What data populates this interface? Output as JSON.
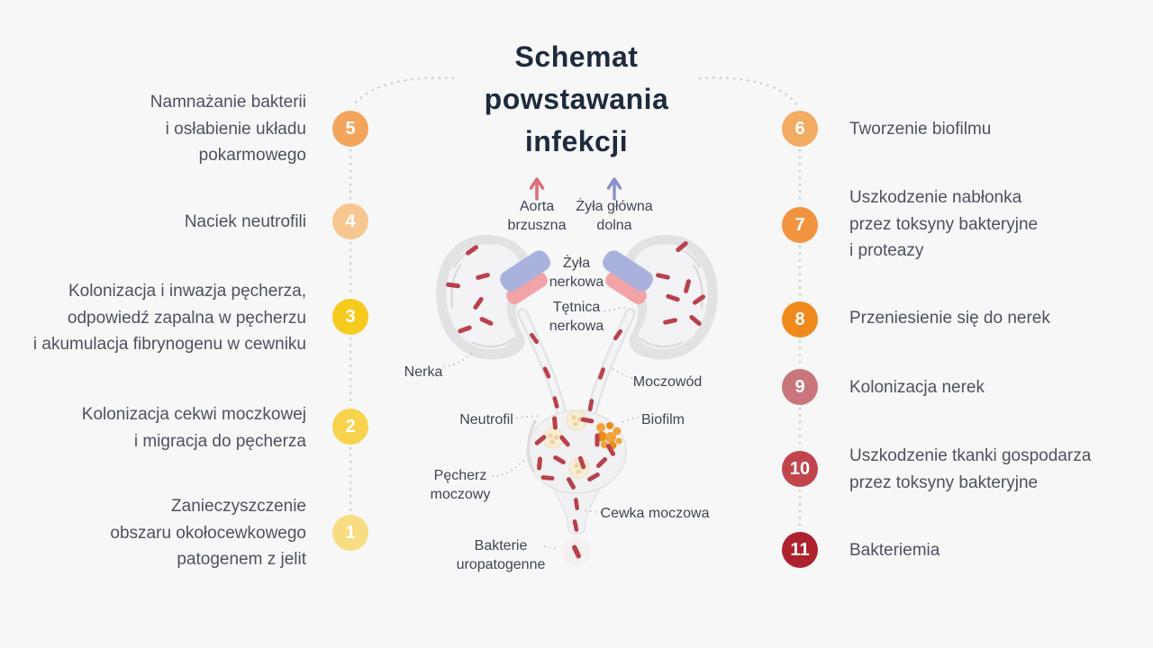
{
  "title": {
    "lines": [
      "Schemat",
      "powstawania",
      "infekcji"
    ]
  },
  "left_steps": [
    {
      "number": "5",
      "color": "#F3A55C",
      "lines": [
        "Namnażanie bakterii",
        "i osłabienie układu",
        "pokarmowego"
      ]
    },
    {
      "number": "4",
      "color": "#F7C791",
      "lines": [
        "Naciek neutrofili"
      ]
    },
    {
      "number": "3",
      "color": "#F5CB1E",
      "lines": [
        "Kolonizacja i inwazja pęcherza,",
        "odpowiedź zapalna w pęcherzu",
        "i akumulacja fibrynogenu w cewniku"
      ]
    },
    {
      "number": "2",
      "color": "#F7D24D",
      "lines": [
        "Kolonizacja cekwi moczkowej",
        "i migracja do pęcherza"
      ]
    },
    {
      "number": "1",
      "color": "#F8DC81",
      "lines": [
        "Zanieczyszczenie",
        "obszaru okołocewkowego",
        "patogenem z jelit"
      ]
    }
  ],
  "right_steps": [
    {
      "number": "6",
      "color": "#F3AC63",
      "lines": [
        "Tworzenie biofilmu"
      ]
    },
    {
      "number": "7",
      "color": "#F29340",
      "lines": [
        "Uszkodzenie nabłonka",
        "przez toksyny bakteryjne",
        "i proteazy"
      ]
    },
    {
      "number": "8",
      "color": "#F08A1D",
      "lines": [
        "Przeniesienie się do nerek"
      ]
    },
    {
      "number": "9",
      "color": "#C9767B",
      "lines": [
        "Kolonizacja nerek"
      ]
    },
    {
      "number": "10",
      "color": "#C2454E",
      "lines": [
        "Uszkodzenie tkanki gospodarza",
        "przez toksyny bakteryjne"
      ]
    },
    {
      "number": "11",
      "color": "#AE212E",
      "lines": [
        "Bakteriemia"
      ]
    }
  ],
  "diagram": {
    "labels": {
      "aorta": [
        "Aorta",
        "brzuszna"
      ],
      "vena_cava": [
        "Żyła główna",
        "dolna"
      ],
      "renal_vein": [
        "Żyła",
        "nerkowa"
      ],
      "renal_artery": [
        "Tętnica",
        "nerkowa"
      ],
      "kidney": "Nerka",
      "ureter": "Moczowód",
      "neutrophil": "Neutrofil",
      "biofilm": "Biofilm",
      "bladder": [
        "Pęcherz",
        "moczowy"
      ],
      "urethra": "Cewka moczowa",
      "bacteria": [
        "Bakterie",
        "uropatogenne"
      ]
    },
    "colors": {
      "artery_arrow": "#DC6E78",
      "vein_arrow": "#8A93C9",
      "bacteria": "#B8414B",
      "biofilm": "#F0A23B",
      "vein_vessel": "#A9B2DD",
      "artery_vessel": "#F2A3A8"
    }
  },
  "colors": {
    "background": "#F7F7F8",
    "title": "#1E2B3E",
    "text": "#4D525E",
    "dots": "#CBCED5"
  }
}
